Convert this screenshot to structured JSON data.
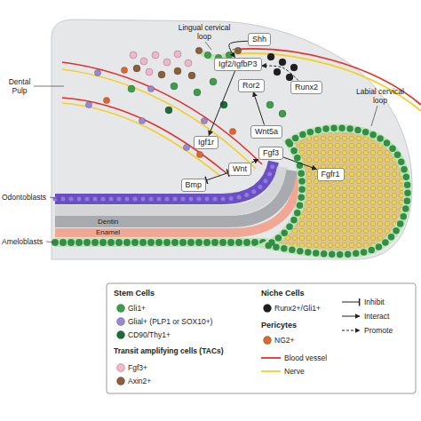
{
  "diagram": {
    "nodes": [
      {
        "text": [
          "Shh"
        ]
      },
      {
        "text": [
          "Igf2/IgfbP3"
        ]
      },
      {
        "text": [
          "Ror2"
        ]
      },
      {
        "text": [
          "Runx2"
        ]
      },
      {
        "text": [
          "Wnt5a"
        ]
      },
      {
        "text": [
          "Igf1r"
        ]
      },
      {
        "text": [
          "Fgf3"
        ]
      },
      {
        "text": [
          "Fgfr1"
        ]
      },
      {
        "text": [
          "Wnt"
        ]
      },
      {
        "text": [
          "Bmp"
        ]
      }
    ],
    "edges": [
      {
        "from": 0,
        "to": 1,
        "arrow": "to"
      },
      {
        "from": 1,
        "to": 5,
        "arrow": "to"
      },
      {
        "from": 3,
        "to": 1,
        "arrow": "to"
      },
      {
        "from": 4,
        "to": 2,
        "arrow": "to"
      },
      {
        "from": 6,
        "to": 7,
        "arrow": "to"
      },
      {
        "from": 8,
        "to": 6,
        "arrow": "to"
      },
      {
        "from": 9,
        "to": 8,
        "arrow": "both"
      }
    ],
    "labels": [
      "Lingual cervical loop",
      "Dental Pulp",
      "Labial cervical loop",
      "Odontoblasts",
      "Dentin",
      "Enamel",
      "Ameloblasts",
      "Stem Cells",
      "Transit amplifying cells (TACs)",
      "Niche Cells",
      "Pericytes"
    ],
    "legend": [
      {
        "text": "Gli1+",
        "color": "#3d9e47"
      },
      {
        "text": "Glial+ (PLP1 or SOX10+)",
        "color": "#9b86d6"
      },
      {
        "text": "CD90/Thy1+",
        "color": "#1e6b3a"
      },
      {
        "text": "Fgf3+",
        "color": "#f2b6cc"
      },
      {
        "text": "Axin2+",
        "color": "#8b5e3c"
      },
      {
        "text": "Runx2+/Gli1+",
        "color": "#1f1f1f"
      },
      {
        "text": "NG2+",
        "color": "#e0652d"
      },
      {
        "text": "Blood vessel"
      },
      {
        "text": "Nerve"
      },
      {
        "text": "Inhibit"
      },
      {
        "text": "Interact"
      },
      {
        "text": "Promote"
      }
    ]
  }
}
